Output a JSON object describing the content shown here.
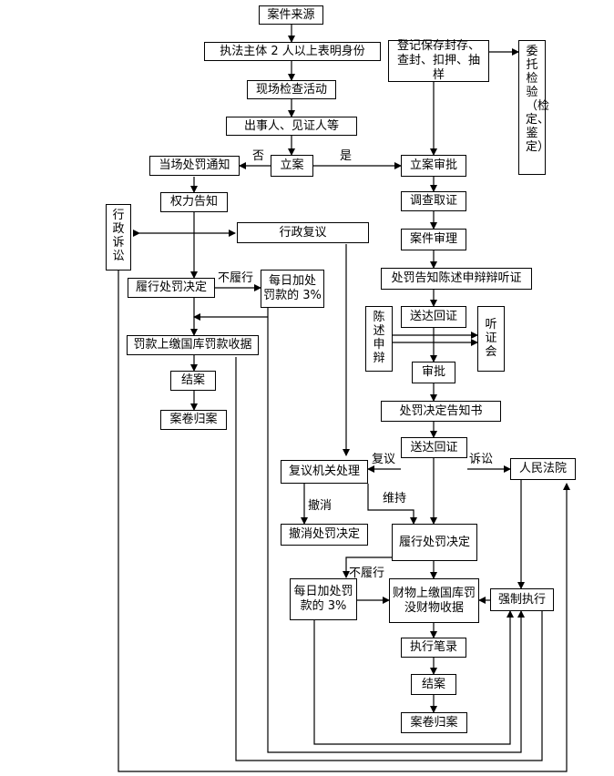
{
  "nodes": {
    "case_source": "案件来源",
    "officers_id": "执法主体 2 人以上表明身份",
    "site_inspection": "现场检查活动",
    "parties_witness": "出事人、见证人等",
    "file_case": "立案",
    "onsite_penalty": "当场处罚通知",
    "rights_notice": "权力告知",
    "admin_litigation_left": "行政诉讼",
    "admin_review": "行政复议",
    "perform_decision_left": "履行处罚决定",
    "daily_fine_left": "每日加处罚款的 3%",
    "fine_receipt": "罚款上缴国库罚款收据",
    "close_case_left": "结案",
    "archive_left": "案卷归案",
    "register_preserve": "登记保存封存、查封、扣押、抽样",
    "entrust_inspection": "委托检验（检定、鉴定）",
    "case_approval": "立案审批",
    "investigation": "调查取证",
    "case_review": "案件审理",
    "penalty_notice_hearing": "处罚告知陈述申辩辩听证",
    "delivery_receipt_1": "送达回证",
    "statement_defense": "陈述申辩",
    "hearing": "听证会",
    "approval": "审批",
    "decision_notice": "处罚决定告知书",
    "delivery_receipt_2": "送达回证",
    "review_authority": "复议机关处理",
    "people_court": "人民法院",
    "revoke_decision": "撤消处罚决定",
    "perform_decision_right": "履行处罚决定",
    "daily_fine_right": "每日加处罚款的 3%",
    "property_receipt": "财物上缴国库罚没财物收据",
    "enforcement": "强制执行",
    "execution_record": "执行笔录",
    "close_case_right": "结案",
    "archive_right": "案卷归案"
  },
  "edge_labels": {
    "no": "否",
    "yes": "是",
    "not_perform_left": "不履行",
    "review": "复议",
    "litigation": "诉讼",
    "revoke": "撤消",
    "maintain": "维持",
    "not_perform_right": "不履行"
  }
}
